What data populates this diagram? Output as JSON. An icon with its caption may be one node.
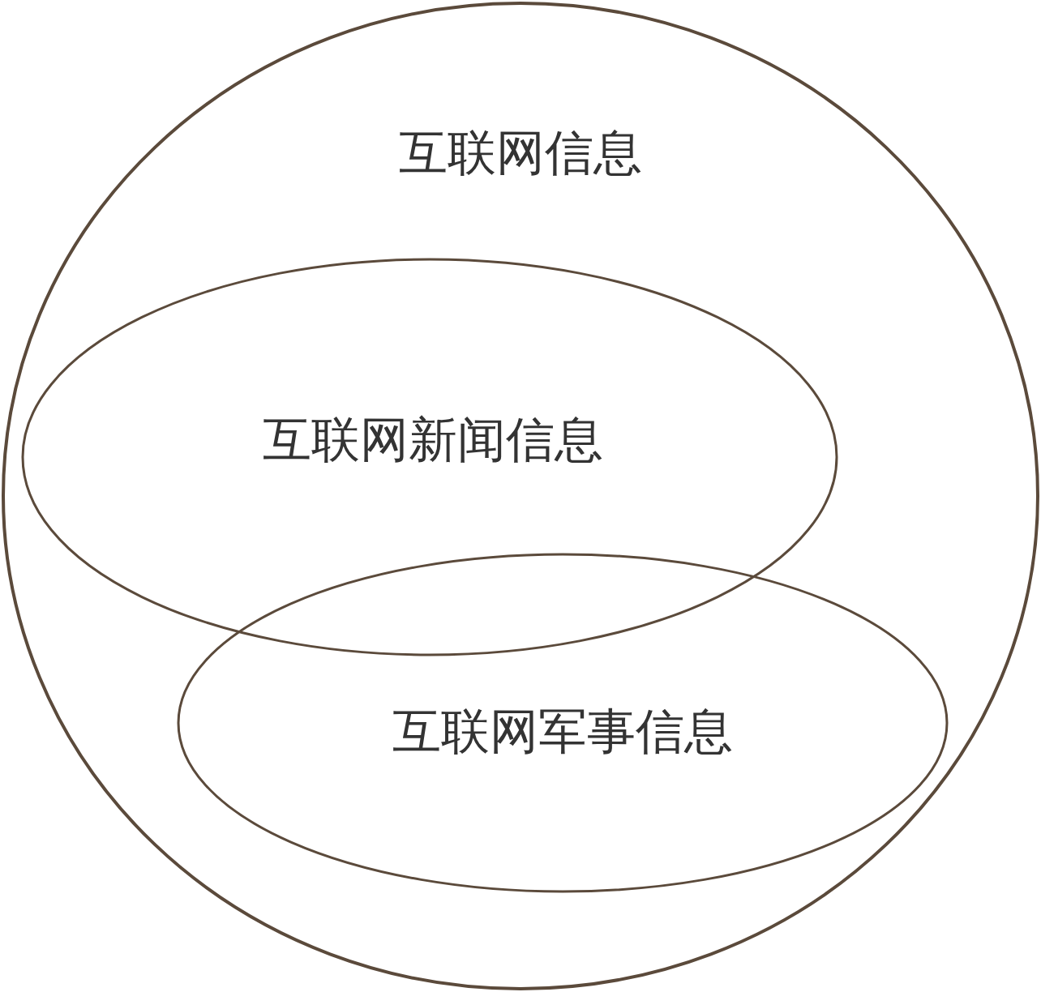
{
  "diagram": {
    "nodes": [
      {
        "text": [
          "互联网信息"
        ]
      },
      {
        "text": [
          "互联网新闻信息"
        ],
        "in": 0
      },
      {
        "text": [
          "互联网军事信息"
        ],
        "in": 0
      }
    ]
  }
}
